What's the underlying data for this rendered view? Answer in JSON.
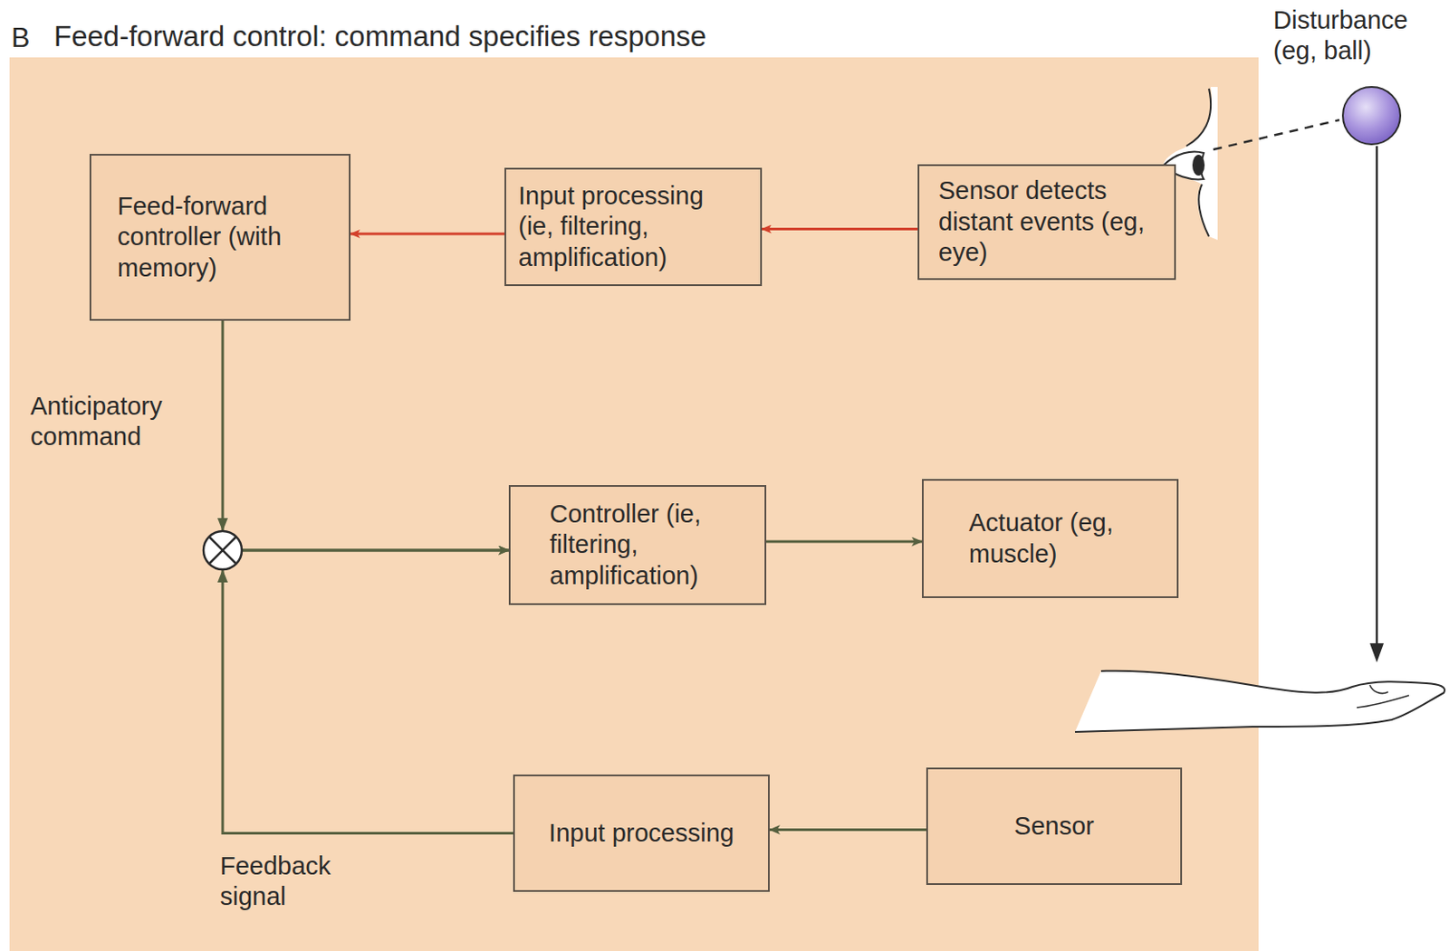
{
  "diagram": {
    "title": "Feed-forward control: command specifies response",
    "nodes": [
      {
        "text": [
          "Feed-forward controller (with memory)"
        ]
      },
      {
        "text": [
          "Input processing (ie, filtering, amplification)"
        ]
      },
      {
        "text": [
          "Sensor detects distant events (eg, eye)"
        ]
      },
      {
        "text": [
          "Controller (ie, filtering, amplification)"
        ]
      },
      {
        "text": [
          "Actuator (eg, muscle)"
        ]
      },
      {
        "text": [
          "Input processing"
        ]
      },
      {
        "text": [
          "Sensor"
        ]
      }
    ],
    "edges": [
      {
        "from": 2,
        "to": 1,
        "arrow": "to"
      },
      {
        "from": 1,
        "to": 0,
        "arrow": "to"
      },
      {
        "from": 0,
        "to": 3,
        "label": "Anticipatory command",
        "arrow": "to"
      },
      {
        "from": 5,
        "to": 3,
        "label": "Feedback signal",
        "arrow": "to"
      },
      {
        "from": 3,
        "to": 4,
        "arrow": "to"
      },
      {
        "from": 6,
        "to": 5,
        "arrow": "to"
      }
    ],
    "labels": [
      "B",
      "Disturbance (eg, ball)"
    ]
  }
}
